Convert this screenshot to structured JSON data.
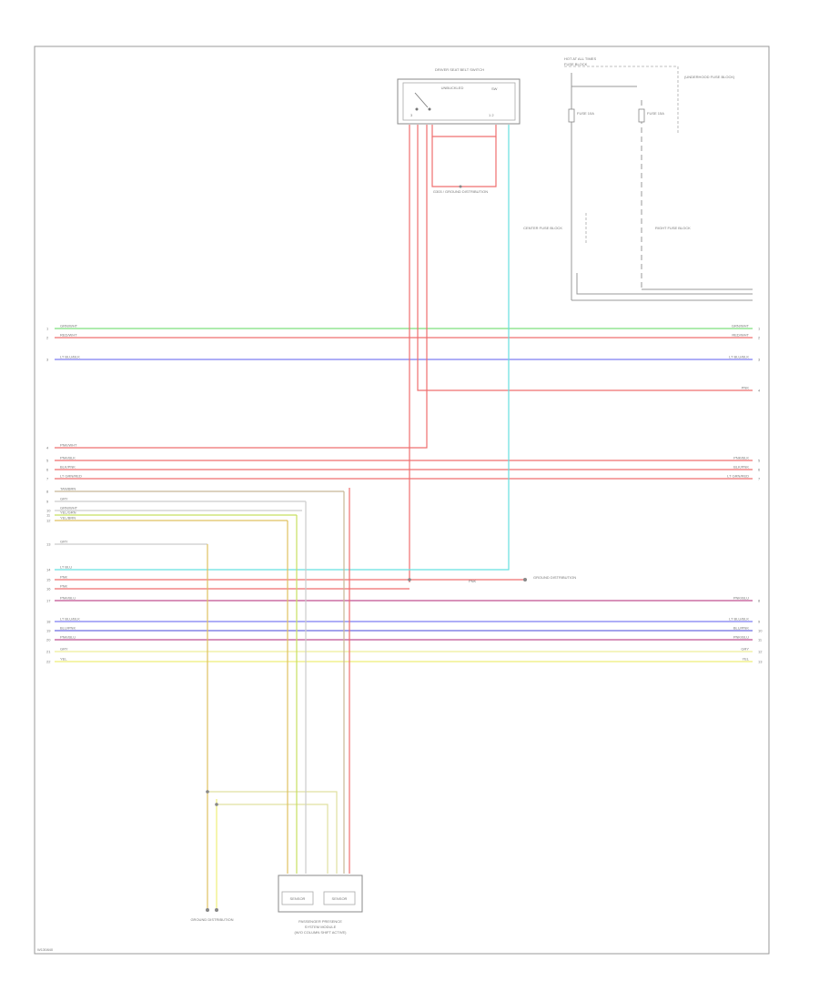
{
  "reference": "W130840",
  "components": {
    "seat_belt_switch": {
      "title": "DRIVER SEAT BELT SWITCH",
      "sub": "UNBUCKLED",
      "left_label": "3",
      "right_label": "1 2",
      "ground": "G303 / GROUND DISTRIBUTION"
    },
    "fuse_block": {
      "title": "HOT AT ALL TIMES",
      "sub": "FUSE BLOCK",
      "legend": "(UNDERHOOD FUSE BLOCK)",
      "fuses": [
        "FUSE 10A",
        "FUSE 15A"
      ],
      "left_sub": "CENTER FUSE BLOCK",
      "right_sub": "RIGHT FUSE BLOCK"
    },
    "ground_right": "GROUND DISTRIBUTION",
    "ground_bottom_left": "GROUND DISTRIBUTION",
    "bottom_module": {
      "left_box": "SENSOR",
      "right_box": "SENSOR",
      "caption_1": "PASSENGER PRESENCE",
      "caption_2": "SYSTEM MODULE",
      "caption_3": "(W/O COLUMN SHIFT ACTIVE)"
    }
  },
  "wires": [
    {
      "left": "GRN/WHT",
      "right": "GRN/WHT",
      "color": "#7de07d",
      "pin_l": "1",
      "pin_r": "1"
    },
    {
      "left": "RED/WHT",
      "right": "RED/WHT",
      "color": "#ef6f6f",
      "pin_l": "2",
      "pin_r": "2"
    },
    {
      "left": "LT BLU/BLK",
      "right": "LT BLU/BLK",
      "color": "#7d7df2",
      "pin_l": "3",
      "pin_r": "3"
    },
    {
      "left": "",
      "right": "PNK",
      "color": "#ef6f6f",
      "pin_l": "",
      "pin_r": "4"
    },
    {
      "left": "PNK/WHT",
      "right": "",
      "color": "#ef6f6f",
      "pin_l": "4",
      "pin_r": ""
    },
    {
      "left": "PNK/BLK",
      "right": "PNK/BLK",
      "color": "#ef6f6f",
      "pin_l": "5",
      "pin_r": "5"
    },
    {
      "left": "BLK/PNK",
      "right": "BLK/PNK",
      "color": "#ef6f6f",
      "pin_l": "6",
      "pin_r": "6"
    },
    {
      "left": "LT GRN/RED",
      "right": "LT GRN/RED",
      "color": "#ef6f6f",
      "pin_l": "7",
      "pin_r": "7"
    },
    {
      "left": "TAN/BRN",
      "right": "",
      "color": "#c8b896",
      "pin_l": "8",
      "pin_r": ""
    },
    {
      "left": "GRY",
      "right": "",
      "color": "#cccccc",
      "pin_l": "9",
      "pin_r": ""
    },
    {
      "left": "GRN/WHT",
      "right": "",
      "color": "#cccccc",
      "pin_l": "10",
      "pin_r": ""
    },
    {
      "left": "YEL/GRN",
      "right": "",
      "color": "#c8e060",
      "pin_l": "11",
      "pin_r": ""
    },
    {
      "left": "YEL/BRN",
      "right": "",
      "color": "#e0c060",
      "pin_l": "12",
      "pin_r": ""
    },
    {
      "left": "GRY",
      "right": "",
      "color": "#cccccc",
      "pin_l": "13",
      "pin_r": ""
    },
    {
      "left": "LT BLU",
      "right": "",
      "color": "#66e0e0",
      "pin_l": "14",
      "pin_r": ""
    },
    {
      "left": "PNK",
      "right": "",
      "color": "#ef6f6f",
      "pin_l": "15",
      "pin_r": ""
    },
    {
      "left": "PNK",
      "right": "",
      "color": "#ef6f6f",
      "pin_l": "16",
      "pin_r": ""
    },
    {
      "left": "PNK/BLU",
      "right": "PNK/BLU",
      "color": "#c05090",
      "pin_l": "17",
      "pin_r": "8"
    },
    {
      "left": "LT BLU/BLK",
      "right": "LT BLU/BLK",
      "color": "#7d7df2",
      "pin_l": "18",
      "pin_r": "9"
    },
    {
      "left": "BLU/PNK",
      "right": "BLU/PNK",
      "color": "#6c6ce0",
      "pin_l": "19",
      "pin_r": "10"
    },
    {
      "left": "PNK/BLU",
      "right": "PNK/BLU",
      "color": "#c05090",
      "pin_l": "20",
      "pin_r": "11"
    },
    {
      "left": "GRY",
      "right": "GRY",
      "color": "#eeee99",
      "pin_l": "21",
      "pin_r": "12"
    },
    {
      "left": "YEL",
      "right": "YEL",
      "color": "#eeee77",
      "pin_l": "22",
      "pin_r": "13"
    }
  ],
  "splice_label": "PNK"
}
